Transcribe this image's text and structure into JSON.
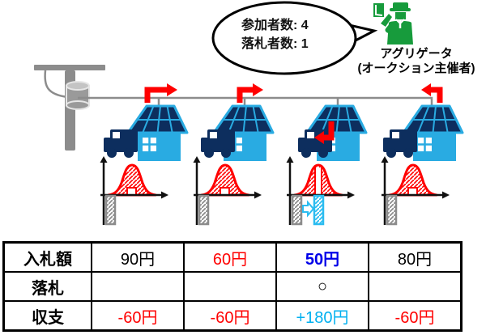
{
  "aggregator": {
    "bubble": {
      "line1": "参加者数: 4",
      "line2": "落札者数: 1"
    },
    "name": "アグリゲータ",
    "role": "(オークション主催者)"
  },
  "scene": {
    "houses": [
      {
        "index": 1,
        "power_arrow": "up-right-to-grid",
        "plot_variant": "base"
      },
      {
        "index": 2,
        "power_arrow": "up-right-to-grid",
        "plot_variant": "base"
      },
      {
        "index": 3,
        "power_arrow": "down-left-to-ev",
        "plot_variant": "demand-shifted"
      },
      {
        "index": 4,
        "power_arrow": "up-left-to-grid",
        "plot_variant": "base"
      }
    ],
    "plot_note": "red hatched generation curve over time axis; gray hatched bar = original EV charge slot below axis; house 3 shows cyan shifted charge slot under curve peak with shift arrow"
  },
  "table": {
    "rows": [
      {
        "label": "入札額",
        "values": [
          "90円",
          "60円",
          "50円",
          "80円"
        ]
      },
      {
        "label": "落札",
        "values": [
          "",
          "",
          "○",
          ""
        ]
      },
      {
        "label": "収支",
        "values": [
          "-60円",
          "-60円",
          "+180円",
          "-60円"
        ]
      }
    ]
  },
  "colors": {
    "red": "#FF0000",
    "blue": "#0000E8",
    "cyan": "#00B0F0",
    "light_blue": "#29ABE2",
    "navy": "#0D2E5E",
    "green": "#179B3C",
    "gray": "#8C8C8C"
  }
}
